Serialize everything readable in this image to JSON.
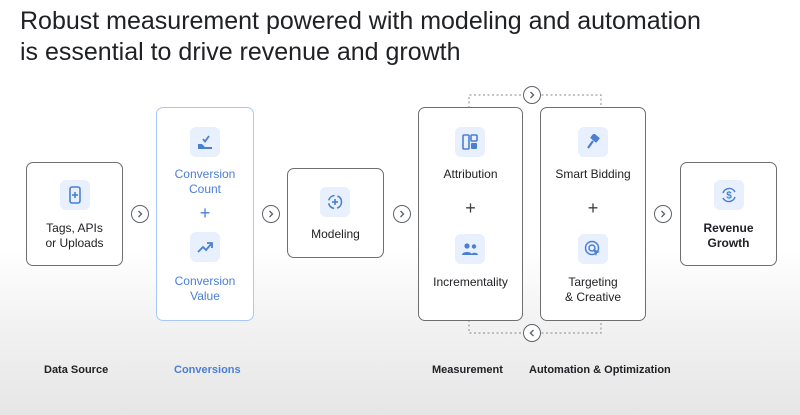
{
  "title_line1": "Robust measurement powered with modeling and automation",
  "title_line2": "is essential to drive revenue and growth",
  "boxes": {
    "data_source": {
      "label": "Tags, APIs\nor Uploads",
      "icon": "phone-plus-icon"
    },
    "conversions": {
      "count_label": "Conversion\nCount",
      "value_label": "Conversion\nValue",
      "plus": "+",
      "count_icon": "hand-check-icon",
      "value_icon": "trend-up-icon"
    },
    "modeling": {
      "label": "Modeling",
      "icon": "refresh-plus-icon"
    },
    "measurement": {
      "attribution_label": "Attribution",
      "incrementality_label": "Incrementality",
      "plus": "+",
      "attribution_icon": "layout-grid-icon",
      "incrementality_icon": "people-icon"
    },
    "automation": {
      "bidding_label": "Smart Bidding",
      "targeting_label": "Targeting\n& Creative",
      "plus": "+",
      "bidding_icon": "gavel-icon",
      "targeting_icon": "cursor-target-icon"
    },
    "revenue": {
      "label": "Revenue\nGrowth",
      "icon": "dollar-cycle-icon"
    }
  },
  "bottom_labels": {
    "data_source": "Data Source",
    "conversions": "Conversions",
    "measurement": "Measurement",
    "automation": "Automation & Optimization"
  },
  "colors": {
    "accent_blue": "#4a7fd4",
    "icon_tile_bg": "#e8f0fe",
    "border_gray": "#6f6f6f",
    "border_blue": "#a8c7fa"
  }
}
